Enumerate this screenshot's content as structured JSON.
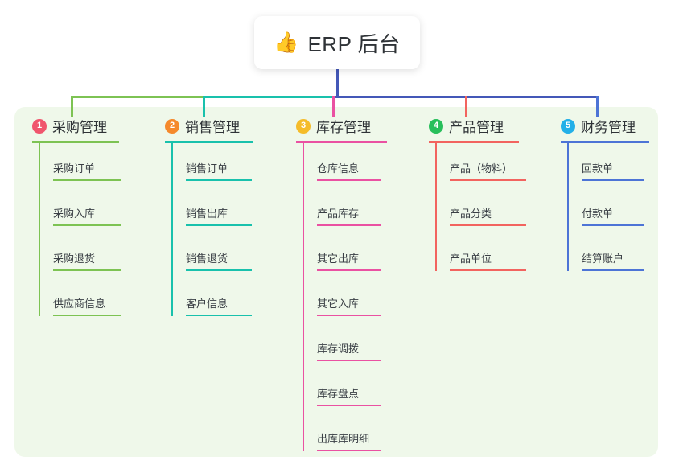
{
  "diagram": {
    "type": "mindmap",
    "title": "ERP 后台",
    "root": {
      "label": "ERP 后台",
      "icon": "thumbs-up-emoji",
      "emoji": "👍"
    },
    "panel_color": "#eff8ea",
    "trunk_color": "#4458b8",
    "branches": [
      {
        "number": "1",
        "label": "采购管理",
        "color": "#7dc353",
        "badge_color": "#f0556d",
        "children": [
          "采购订单",
          "采购入库",
          "采购退货",
          "供应商信息"
        ]
      },
      {
        "number": "2",
        "label": "销售管理",
        "color": "#19c1ac",
        "badge_color": "#f5892b",
        "children": [
          "销售订单",
          "销售出库",
          "销售退货",
          "客户信息"
        ]
      },
      {
        "number": "3",
        "label": "库存管理",
        "color": "#ea51a2",
        "badge_color": "#f5bc29",
        "children": [
          "仓库信息",
          "产品库存",
          "其它出库",
          "其它入库",
          "库存调拨",
          "库存盘点",
          "出库库明细"
        ]
      },
      {
        "number": "4",
        "label": "产品管理",
        "color": "#f2645f",
        "badge_color": "#28bf5b",
        "children": [
          "产品（物料）",
          "产品分类",
          "产品单位"
        ]
      },
      {
        "number": "5",
        "label": "财务管理",
        "color": "#4d74d6",
        "badge_color": "#23b0e8",
        "children": [
          "回款单",
          "付款单",
          "结算账户"
        ]
      }
    ]
  }
}
